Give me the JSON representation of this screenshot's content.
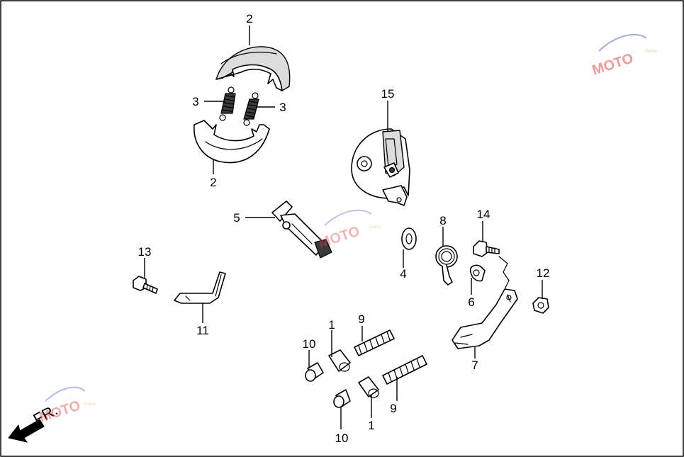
{
  "diagram": {
    "callouts": {
      "c2_top": "2",
      "c2_bottom": "2",
      "c3_left": "3",
      "c3_right": "3",
      "c15": "15",
      "c5": "5",
      "c8": "8",
      "c14": "14",
      "c13": "13",
      "c4": "4",
      "c12": "12",
      "c6": "6",
      "c11": "11",
      "c9_top": "9",
      "c1_top": "1",
      "c10_top": "10",
      "c7": "7",
      "c9_bottom": "9",
      "c1_bottom": "1",
      "c10_bottom": "10"
    },
    "direction_label": "FR."
  },
  "watermark": {
    "text": "MOTO",
    "subtext": "Online",
    "colors": {
      "primary": "#e04848",
      "secondary": "#f0a040",
      "swoosh": "#5a6fc0"
    }
  },
  "colors": {
    "line": "#000000",
    "frame": "#000000",
    "background": "#ffffff",
    "fill_shade": "#dcdcdc"
  }
}
